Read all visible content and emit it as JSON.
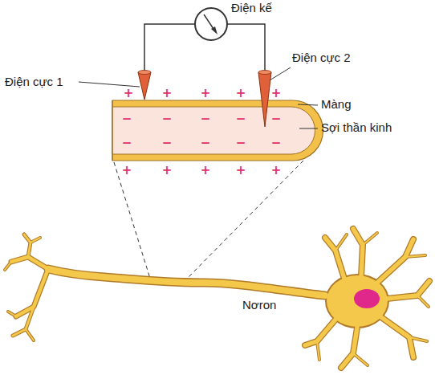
{
  "diagram": {
    "labels": [
      "Điện kế",
      "Điện cực 1",
      "Điện cực 2",
      "Màng",
      "Sợi thần kinh",
      "+",
      "+",
      "+",
      "+",
      "+",
      "−",
      "−",
      "−",
      "−",
      "−",
      "−",
      "−",
      "−",
      "−",
      "−",
      "+",
      "+",
      "+",
      "+",
      "+",
      "Nơron"
    ]
  }
}
